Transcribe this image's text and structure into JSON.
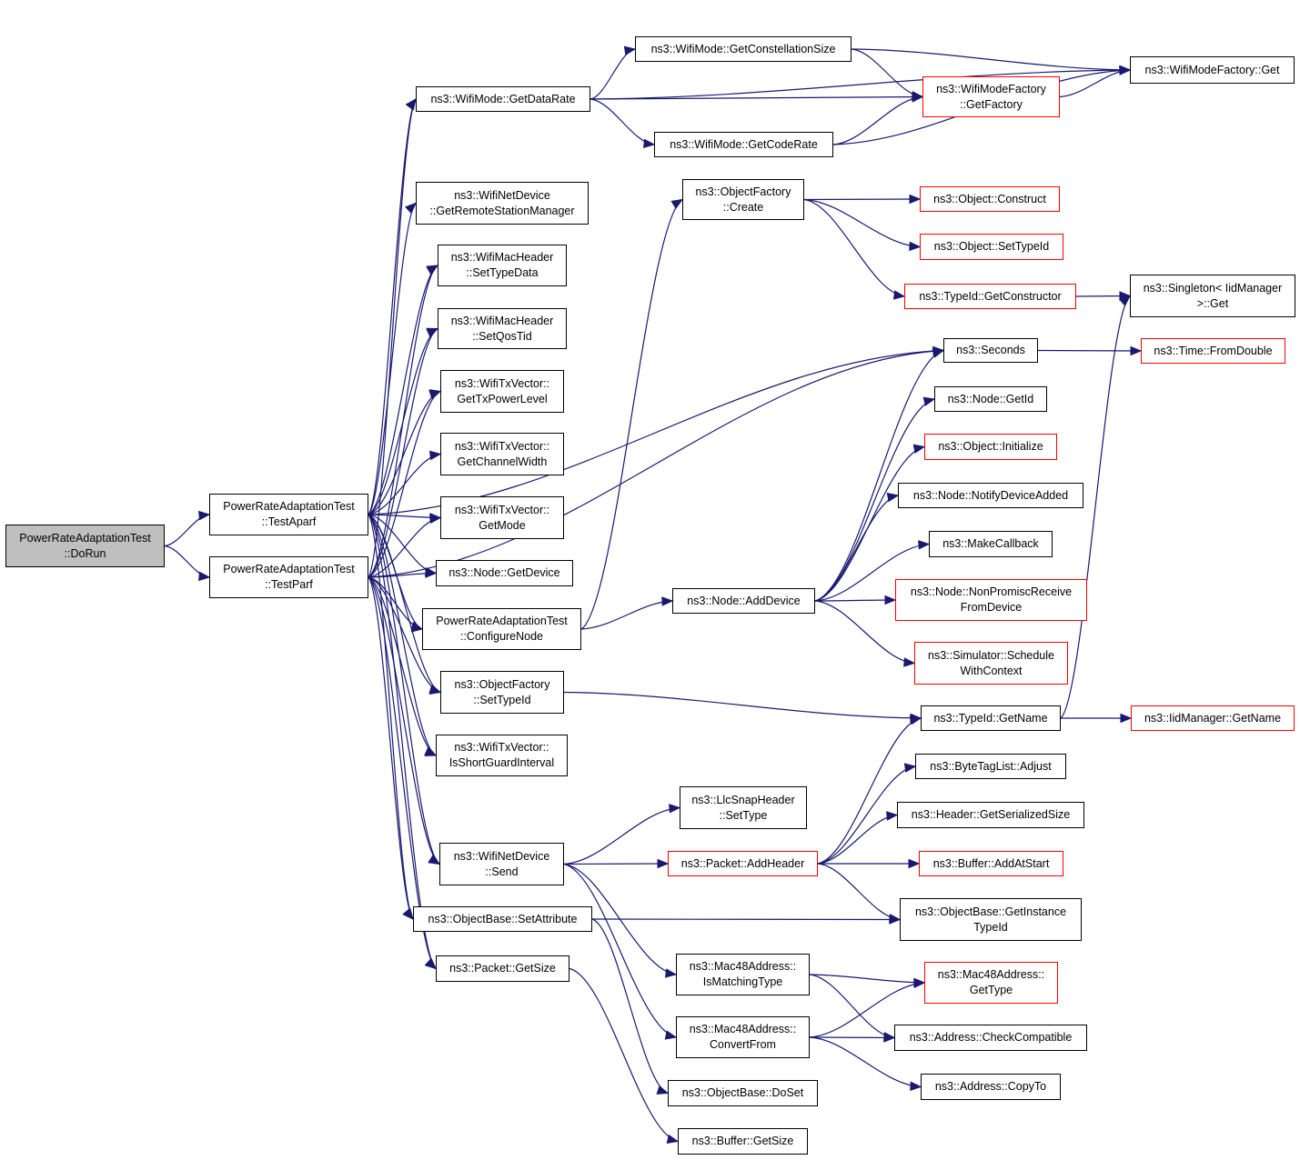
{
  "graph": {
    "nodes": {
      "dorun": {
        "label": "PowerRateAdaptationTest\n::DoRun",
        "style": "root"
      },
      "testaparf": {
        "label": "PowerRateAdaptationTest\n::TestAparf",
        "style": "black"
      },
      "testparf": {
        "label": "PowerRateAdaptationTest\n::TestParf",
        "style": "black"
      },
      "getdatarate": {
        "label": "ns3::WifiMode::GetDataRate",
        "style": "black"
      },
      "getconstellationsize": {
        "label": "ns3::WifiMode::GetConstellationSize",
        "style": "black"
      },
      "getcoderate": {
        "label": "ns3::WifiMode::GetCodeRate",
        "style": "black"
      },
      "wmf_getfactory": {
        "label": "ns3::WifiModeFactory\n::GetFactory",
        "style": "red"
      },
      "wmf_get": {
        "label": "ns3::WifiModeFactory::Get",
        "style": "black"
      },
      "getremotestationmanager": {
        "label": "ns3::WifiNetDevice\n::GetRemoteStationManager",
        "style": "black"
      },
      "settypedata": {
        "label": "ns3::WifiMacHeader\n::SetTypeData",
        "style": "black"
      },
      "setqostid": {
        "label": "ns3::WifiMacHeader\n::SetQosTid",
        "style": "black"
      },
      "gettxpowerlevel": {
        "label": "ns3::WifiTxVector::\nGetTxPowerLevel",
        "style": "black"
      },
      "getchannelwidth": {
        "label": "ns3::WifiTxVector::\nGetChannelWidth",
        "style": "black"
      },
      "getmode": {
        "label": "ns3::WifiTxVector::\nGetMode",
        "style": "black"
      },
      "node_getdevice": {
        "label": "ns3::Node::GetDevice",
        "style": "black"
      },
      "configurenode": {
        "label": "PowerRateAdaptationTest\n::ConfigureNode",
        "style": "black"
      },
      "of_settypeid": {
        "label": "ns3::ObjectFactory\n::SetTypeId",
        "style": "black"
      },
      "isshortguardinterval": {
        "label": "ns3::WifiTxVector::\nIsShortGuardInterval",
        "style": "black"
      },
      "wnd_send": {
        "label": "ns3::WifiNetDevice\n::Send",
        "style": "black"
      },
      "ob_setattribute": {
        "label": "ns3::ObjectBase::SetAttribute",
        "style": "black"
      },
      "packet_getsize": {
        "label": "ns3::Packet::GetSize",
        "style": "black"
      },
      "of_create": {
        "label": "ns3::ObjectFactory\n::Create",
        "style": "black"
      },
      "obj_construct": {
        "label": "ns3::Object::Construct",
        "style": "red"
      },
      "obj_settypeid": {
        "label": "ns3::Object::SetTypeId",
        "style": "red"
      },
      "tid_getconstructor": {
        "label": "ns3::TypeId::GetConstructor",
        "style": "red"
      },
      "singleton_get": {
        "label": "ns3::Singleton< IidManager\n>::Get",
        "style": "black"
      },
      "seconds": {
        "label": "ns3::Seconds",
        "style": "black"
      },
      "time_fromdouble": {
        "label": "ns3::Time::FromDouble",
        "style": "red"
      },
      "node_getid": {
        "label": "ns3::Node::GetId",
        "style": "black"
      },
      "obj_initialize": {
        "label": "ns3::Object::Initialize",
        "style": "red"
      },
      "node_notifydeviceadded": {
        "label": "ns3::Node::NotifyDeviceAdded",
        "style": "black"
      },
      "makecallback": {
        "label": "ns3::MakeCallback",
        "style": "black"
      },
      "node_nonpromisc": {
        "label": "ns3::Node::NonPromiscReceive\nFromDevice",
        "style": "red"
      },
      "node_adddevice": {
        "label": "ns3::Node::AddDevice",
        "style": "black"
      },
      "sim_schedulewithcontext": {
        "label": "ns3::Simulator::Schedule\nWithContext",
        "style": "red"
      },
      "tid_getname": {
        "label": "ns3::TypeId::GetName",
        "style": "black"
      },
      "iidmanager_getname": {
        "label": "ns3::IidManager::GetName",
        "style": "red"
      },
      "btl_adjust": {
        "label": "ns3::ByteTagList::Adjust",
        "style": "black"
      },
      "llc_settype": {
        "label": "ns3::LlcSnapHeader\n::SetType",
        "style": "black"
      },
      "header_getserializedsize": {
        "label": "ns3::Header::GetSerializedSize",
        "style": "black"
      },
      "packet_addheader": {
        "label": "ns3::Packet::AddHeader",
        "style": "red"
      },
      "buffer_addatstart": {
        "label": "ns3::Buffer::AddAtStart",
        "style": "red"
      },
      "ob_getinstancetypeid": {
        "label": "ns3::ObjectBase::GetInstance\nTypeId",
        "style": "black"
      },
      "mac48_ismatchingtype": {
        "label": "ns3::Mac48Address::\nIsMatchingType",
        "style": "black"
      },
      "mac48_gettype": {
        "label": "ns3::Mac48Address::\nGetType",
        "style": "red"
      },
      "mac48_convertfrom": {
        "label": "ns3::Mac48Address::\nConvertFrom",
        "style": "black"
      },
      "addr_checkcompatible": {
        "label": "ns3::Address::CheckCompatible",
        "style": "black"
      },
      "addr_copyto": {
        "label": "ns3::Address::CopyTo",
        "style": "black"
      },
      "ob_doset": {
        "label": "ns3::ObjectBase::DoSet",
        "style": "black"
      },
      "buffer_getsize": {
        "label": "ns3::Buffer::GetSize",
        "style": "black"
      }
    },
    "edges": [
      [
        "dorun",
        "testaparf"
      ],
      [
        "dorun",
        "testparf"
      ],
      [
        "testaparf",
        "getdatarate"
      ],
      [
        "testaparf",
        "getremotestationmanager"
      ],
      [
        "testaparf",
        "settypedata"
      ],
      [
        "testaparf",
        "setqostid"
      ],
      [
        "testaparf",
        "gettxpowerlevel"
      ],
      [
        "testaparf",
        "getchannelwidth"
      ],
      [
        "testaparf",
        "getmode"
      ],
      [
        "testaparf",
        "node_getdevice"
      ],
      [
        "testaparf",
        "configurenode"
      ],
      [
        "testaparf",
        "of_settypeid"
      ],
      [
        "testaparf",
        "isshortguardinterval"
      ],
      [
        "testaparf",
        "wnd_send"
      ],
      [
        "testaparf",
        "ob_setattribute"
      ],
      [
        "testaparf",
        "packet_getsize"
      ],
      [
        "testaparf",
        "seconds"
      ],
      [
        "testparf",
        "getdatarate"
      ],
      [
        "testparf",
        "settypedata"
      ],
      [
        "testparf",
        "setqostid"
      ],
      [
        "testparf",
        "gettxpowerlevel"
      ],
      [
        "testparf",
        "getmode"
      ],
      [
        "testparf",
        "node_getdevice"
      ],
      [
        "testparf",
        "configurenode"
      ],
      [
        "testparf",
        "of_settypeid"
      ],
      [
        "testparf",
        "isshortguardinterval"
      ],
      [
        "testparf",
        "wnd_send"
      ],
      [
        "testparf",
        "ob_setattribute"
      ],
      [
        "testparf",
        "packet_getsize"
      ],
      [
        "testparf",
        "seconds"
      ],
      [
        "getdatarate",
        "getconstellationsize"
      ],
      [
        "getdatarate",
        "wmf_getfactory"
      ],
      [
        "getdatarate",
        "getcoderate"
      ],
      [
        "getdatarate",
        "wmf_get"
      ],
      [
        "getconstellationsize",
        "wmf_getfactory"
      ],
      [
        "getconstellationsize",
        "wmf_get"
      ],
      [
        "getcoderate",
        "wmf_getfactory"
      ],
      [
        "getcoderate",
        "wmf_get"
      ],
      [
        "wmf_getfactory",
        "wmf_get"
      ],
      [
        "configurenode",
        "of_create"
      ],
      [
        "configurenode",
        "node_adddevice"
      ],
      [
        "of_create",
        "obj_construct"
      ],
      [
        "of_create",
        "obj_settypeid"
      ],
      [
        "of_create",
        "tid_getconstructor"
      ],
      [
        "tid_getconstructor",
        "singleton_get"
      ],
      [
        "seconds",
        "time_fromdouble"
      ],
      [
        "node_adddevice",
        "seconds"
      ],
      [
        "node_adddevice",
        "node_getid"
      ],
      [
        "node_adddevice",
        "obj_initialize"
      ],
      [
        "node_adddevice",
        "node_notifydeviceadded"
      ],
      [
        "node_adddevice",
        "makecallback"
      ],
      [
        "node_adddevice",
        "node_nonpromisc"
      ],
      [
        "node_adddevice",
        "sim_schedulewithcontext"
      ],
      [
        "of_settypeid",
        "tid_getname"
      ],
      [
        "tid_getname",
        "singleton_get"
      ],
      [
        "tid_getname",
        "iidmanager_getname"
      ],
      [
        "wnd_send",
        "llc_settype"
      ],
      [
        "wnd_send",
        "packet_addheader"
      ],
      [
        "wnd_send",
        "mac48_ismatchingtype"
      ],
      [
        "wnd_send",
        "mac48_convertfrom"
      ],
      [
        "packet_addheader",
        "tid_getname"
      ],
      [
        "packet_addheader",
        "btl_adjust"
      ],
      [
        "packet_addheader",
        "header_getserializedsize"
      ],
      [
        "packet_addheader",
        "buffer_addatstart"
      ],
      [
        "packet_addheader",
        "ob_getinstancetypeid"
      ],
      [
        "ob_setattribute",
        "ob_getinstancetypeid"
      ],
      [
        "ob_setattribute",
        "ob_doset"
      ],
      [
        "mac48_ismatchingtype",
        "mac48_gettype"
      ],
      [
        "mac48_ismatchingtype",
        "addr_checkcompatible"
      ],
      [
        "mac48_convertfrom",
        "mac48_gettype"
      ],
      [
        "mac48_convertfrom",
        "addr_checkcompatible"
      ],
      [
        "mac48_convertfrom",
        "addr_copyto"
      ],
      [
        "packet_getsize",
        "buffer_getsize"
      ]
    ]
  },
  "colors": {
    "edge": "#191970",
    "root_fill": "#bfbfbf",
    "border_default": "#000000",
    "border_external": "#ff0000",
    "background": "#ffffff"
  }
}
